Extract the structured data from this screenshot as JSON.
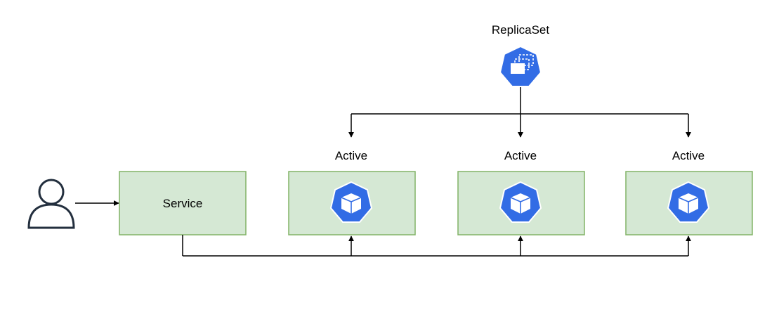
{
  "diagram": {
    "replicaset": {
      "label": "ReplicaSet",
      "icon": "replicaset-icon"
    },
    "user": {
      "icon": "user-icon"
    },
    "service": {
      "label": "Service"
    },
    "pods": [
      {
        "label": "Active",
        "icon": "pod-icon"
      },
      {
        "label": "Active",
        "icon": "pod-icon"
      },
      {
        "label": "Active",
        "icon": "pod-icon"
      }
    ],
    "colors": {
      "box_fill": "#d5e8d4",
      "box_stroke": "#82b366",
      "k8s_blue": "#326ce5",
      "line": "#000000",
      "user_stroke": "#232f3e"
    }
  }
}
